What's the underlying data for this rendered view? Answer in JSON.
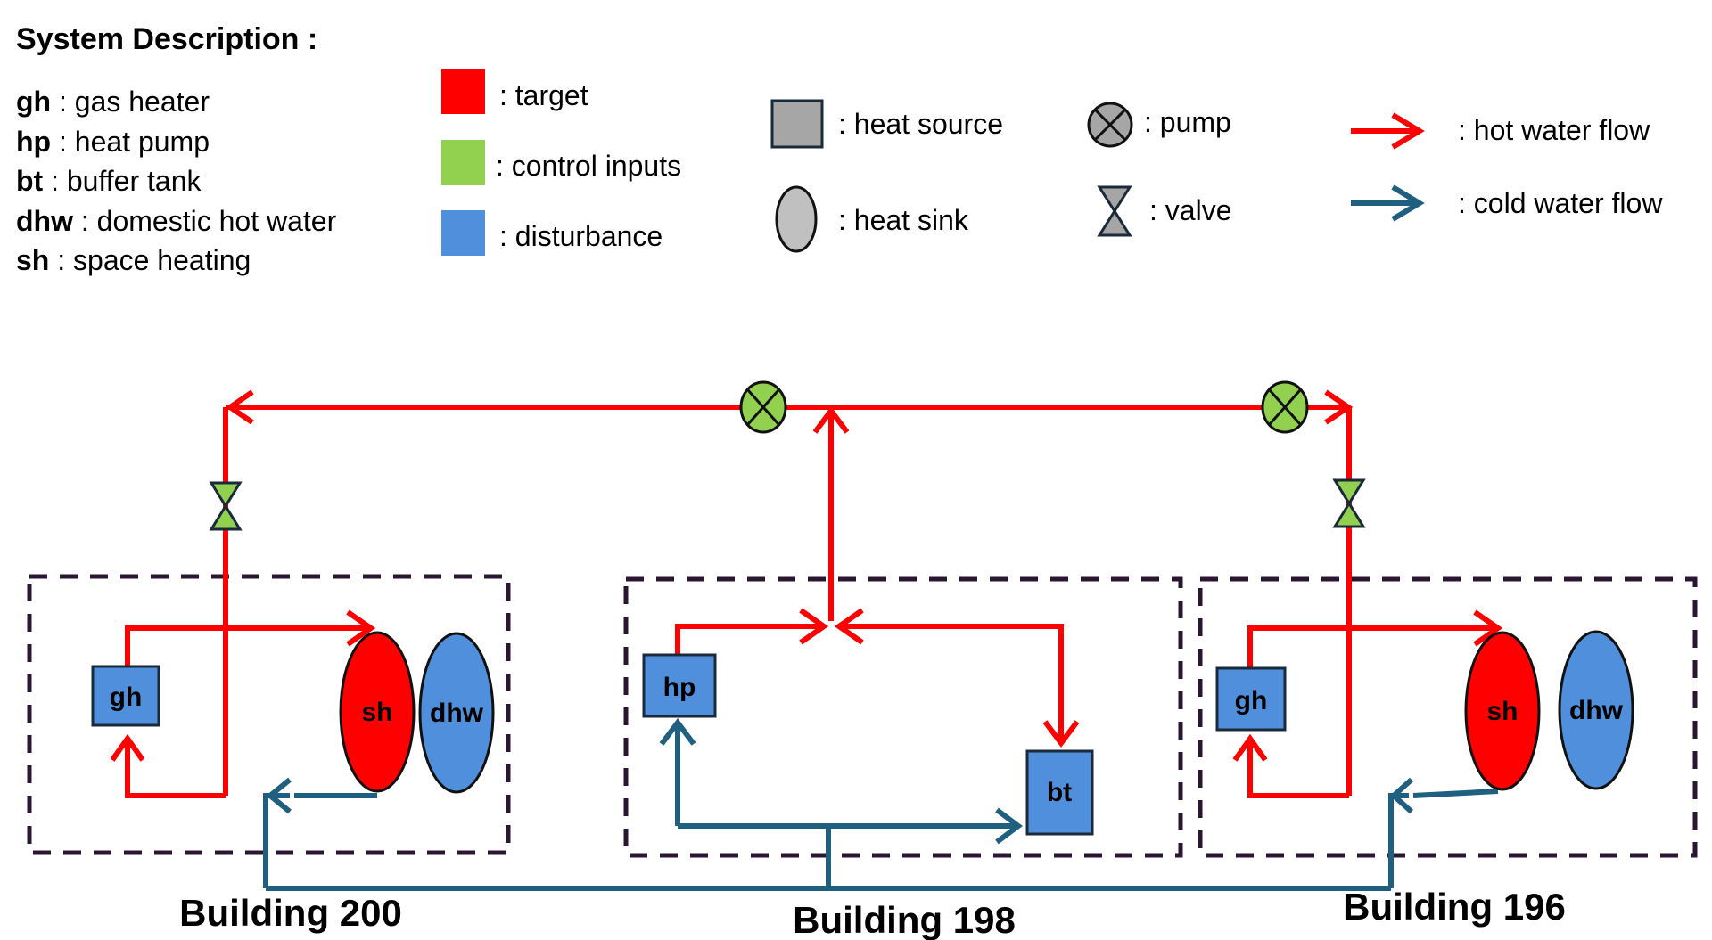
{
  "title": "System Description :",
  "abbreviations": [
    {
      "abbr": "gh",
      "desc": ": gas heater"
    },
    {
      "abbr": "hp",
      "desc": ": heat pump"
    },
    {
      "abbr": "bt",
      "desc": ": buffer tank"
    },
    {
      "abbr": "dhw",
      "desc": ": domestic hot water"
    },
    {
      "abbr": "sh",
      "desc": ": space heating"
    }
  ],
  "color_legend": [
    {
      "label": ": target",
      "color": "#ff0000"
    },
    {
      "label": ": control inputs",
      "color": "#92d050"
    },
    {
      "label": ": disturbance",
      "color": "#4f8fdc"
    }
  ],
  "symbol_legend": {
    "heat_source": ": heat source",
    "heat_sink": ": heat sink",
    "pump": ": pump",
    "valve": ": valve",
    "hot_flow": ": hot water flow",
    "cold_flow": ": cold water flow"
  },
  "colors": {
    "hot": "#ff0000",
    "cold": "#1f5f7f",
    "border": "#2a1630",
    "gray": "#a6a6a6",
    "green": "#92d050",
    "blue": "#4f8fdc",
    "red": "#ff0000"
  },
  "nodes": {
    "gh_left": "gh",
    "sh_left": "sh",
    "dhw_left": "dhw",
    "hp": "hp",
    "bt": "bt",
    "gh_right": "gh",
    "sh_right": "sh",
    "dhw_right": "dhw"
  },
  "buildings": {
    "left": "Building 200",
    "middle": "Building 198",
    "right": "Building 196"
  }
}
